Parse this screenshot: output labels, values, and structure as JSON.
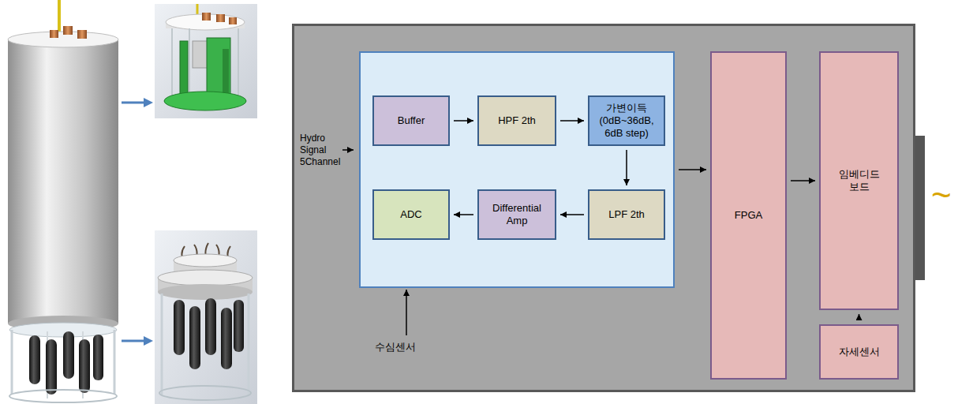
{
  "diagram": {
    "nodes": [
      {
        "text": []
      },
      {
        "text": [],
        "in": 0
      },
      {
        "text": [
          "Buffer"
        ],
        "in": 1
      },
      {
        "text": [
          "HPF 2th"
        ],
        "in": 1
      },
      {
        "text": [
          "가변이득 (0dB~36dB, 6dB step)"
        ],
        "in": 1
      },
      {
        "text": [
          "LPF 2th"
        ],
        "in": 1
      },
      {
        "text": [
          "Differential Amp"
        ],
        "in": 1
      },
      {
        "text": [
          "ADC"
        ],
        "in": 1
      },
      {
        "text": [
          "FPGA"
        ],
        "in": 0
      },
      {
        "text": [
          "임베디드 보드"
        ],
        "in": 0
      },
      {
        "text": [
          "자세센서"
        ],
        "in": 0
      }
    ],
    "edges": [
      {
        "from": 2,
        "to": 3,
        "arrow": "to"
      },
      {
        "from": 3,
        "to": 4,
        "arrow": "to"
      },
      {
        "from": 4,
        "to": 5,
        "arrow": "to"
      },
      {
        "from": 5,
        "to": 6,
        "arrow": "to"
      },
      {
        "from": 6,
        "to": 7,
        "arrow": "to"
      },
      {
        "from": 1,
        "to": 8,
        "arrow": "to"
      },
      {
        "from": 8,
        "to": 9,
        "arrow": "to"
      },
      {
        "from": 10,
        "to": 9,
        "arrow": "to"
      }
    ],
    "labels": [
      "Hydro Signal 5Channel",
      "수심센서",
      "~"
    ]
  }
}
